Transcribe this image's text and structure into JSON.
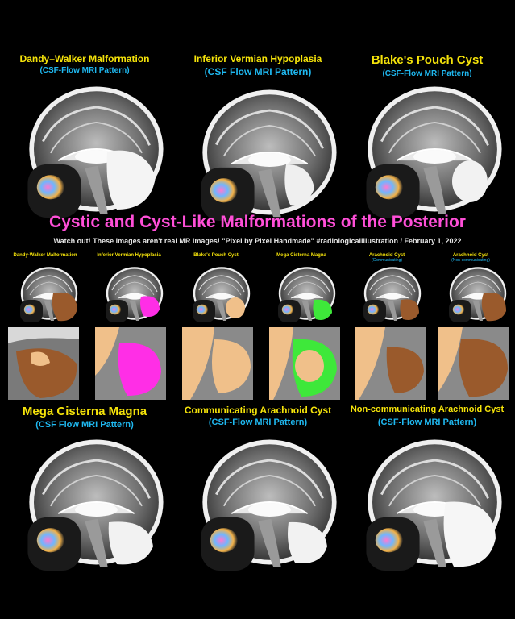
{
  "main_title": "Cystic and Cyst-Like Malformations of the Posterior",
  "credit": "Watch out! These images aren't real MR images! \"Pixel by Pixel Handmade\" #radiologicalillustration / February 1, 2022",
  "panels_top": [
    {
      "title": "Dandy–Walker Malformation",
      "subtitle": "(CSF-Flow MRI Pattern)"
    },
    {
      "title": "Inferior Vermian Hypoplasia",
      "subtitle": "(CSF Flow MRI Pattern)"
    },
    {
      "title": "Blake's Pouch Cyst",
      "subtitle": "(CSF-Flow MRI Pattern)"
    }
  ],
  "panels_bottom": [
    {
      "title": "Mega Cisterna Magna",
      "subtitle": "(CSF Flow MRI Pattern)"
    },
    {
      "title": "Communicating Arachnoid Cyst",
      "subtitle": "(CSF-Flow MRI Pattern)"
    },
    {
      "title": "Non-communicating Arachnoid Cyst",
      "subtitle": "(CSF-Flow MRI Pattern)"
    }
  ],
  "small_titles": [
    {
      "title": "Dandy-Walker Malformation",
      "note": ""
    },
    {
      "title": "Inferior Vermian Hypoplasia",
      "note": ""
    },
    {
      "title": "Blake's Pouch Cyst",
      "note": ""
    },
    {
      "title": "Mega Cisterna Magna",
      "note": ""
    },
    {
      "title": "Arachnoid Cyst",
      "note": "(Communicating)"
    },
    {
      "title": "Arachnoid Cyst",
      "note": "(Non-communicating)"
    }
  ],
  "colors": {
    "title_yellow": "#f5e30a",
    "subtitle_blue": "#1fb8f0",
    "main_magenta": "#ff4fd8",
    "cyst_brown": "#9a5a2c",
    "cyst_magenta": "#ff2ee6",
    "cyst_green": "#3ee83a",
    "cyst_beige": "#f0c08a"
  }
}
